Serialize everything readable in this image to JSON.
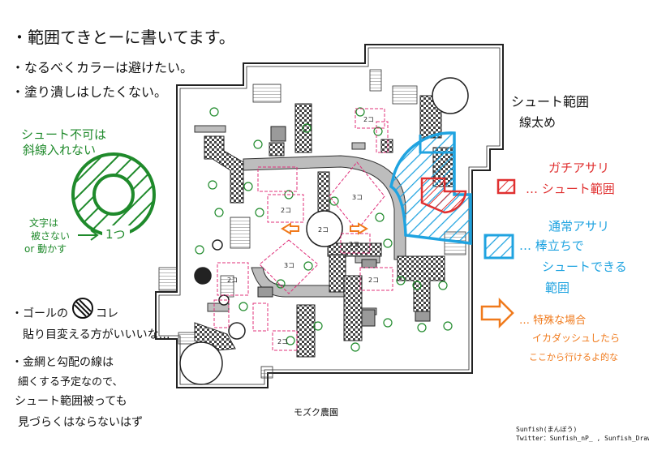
{
  "notes": {
    "line1": "・範囲てきとーに書いてます。",
    "line2": "・なるべくカラーは避けたい。",
    "line3": "・塗り潰しはしたくない。",
    "no_shoot_title1": "シュート不可は",
    "no_shoot_title2": "斜線入れない",
    "circle_label": "1つ",
    "text_note1": "文字は",
    "text_note2": "被さない",
    "text_note3": "or 動かす",
    "goal1": "・ゴールの",
    "goal2": "コレ",
    "goal3": "貼り目変える方がいいいな…",
    "fence1": "・金網と勾配の線は",
    "fence2": "細くする予定なので、",
    "fence3": "シュート範囲被っても",
    "fence4": "見づらくはならないはず",
    "shoot_range1": "シュート範囲",
    "shoot_range2": "線太め",
    "legend_red1": "ガチアサリ",
    "legend_red2": "… シュート範囲",
    "legend_blue1": "通常アサリ",
    "legend_blue2": "… 棒立ちで",
    "legend_blue3": "シュートできる",
    "legend_blue4": "範囲",
    "legend_orange1": "… 特殊な場合",
    "legend_orange2": "イカダッシュしたら",
    "legend_orange3": "ここから行けるよ的な",
    "map_name": "モズク農園",
    "credit1": "Sunfish(まんぼう)",
    "credit2": "Twitter：Sunfish_nP_ , Sunfish_Drawing"
  },
  "map_labels": {
    "top_2co": "2コ",
    "left_2co": "2コ",
    "center_2co": "2コ",
    "right_3co": "3コ",
    "left_3co": "3コ",
    "right_2co": "2コ",
    "left_bottom_2co": "2コ",
    "bottom_2co": "2コ",
    "lower_2co": "2コ"
  },
  "colors": {
    "green": "#1f8a2b",
    "red": "#e03030",
    "blue": "#1fa3e0",
    "orange": "#f07a1c",
    "pink": "#e0307a"
  }
}
